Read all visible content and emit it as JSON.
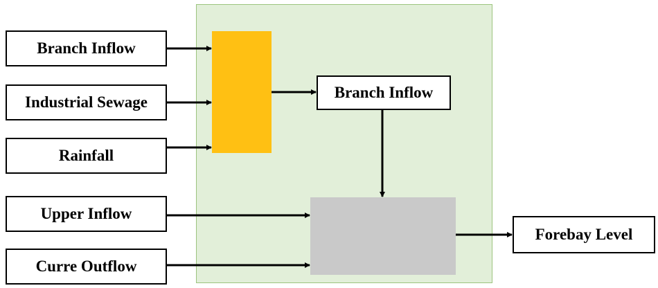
{
  "diagram": {
    "inputs": {
      "branch_inflow": "Branch Inflow",
      "industrial_sewage": "Industrial Sewage",
      "rainfall": "Rainfall",
      "upper_inflow": "Upper Inflow",
      "curre_outflow": "Curre Outflow"
    },
    "intermediate": {
      "branch_inflow": "Branch Inflow"
    },
    "output": {
      "forebay_level": "Forebay Level"
    },
    "colors": {
      "panel": "#e2efd9",
      "panel_border": "#9cc47e",
      "aggregator": "#ffc013",
      "model_block": "#c9c9c9"
    }
  }
}
